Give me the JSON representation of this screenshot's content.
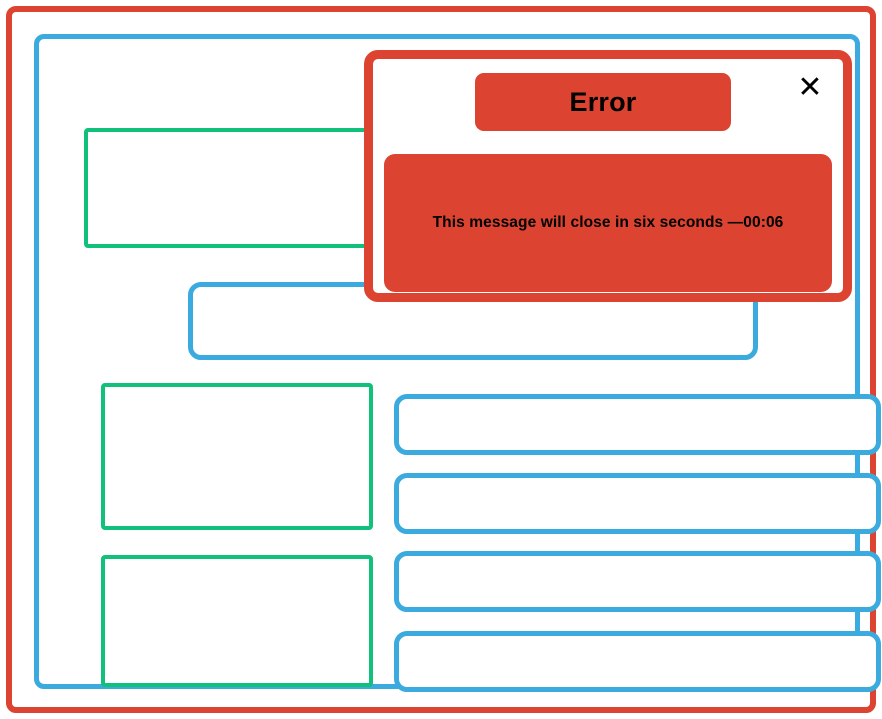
{
  "colors": {
    "frame_red": "#DC4330",
    "panel_blue": "#3BAADE",
    "field_green": "#10C07B",
    "dialog_red": "#DC4330",
    "text_black": "#000000",
    "background_white": "#FFFFFF"
  },
  "app": {
    "frame_label": "application-frame",
    "panel_label": "content-panel"
  },
  "form": {
    "fields": [
      {
        "id": "field-1",
        "kind": "green",
        "value": "",
        "placeholder": ""
      },
      {
        "id": "field-2",
        "kind": "blue",
        "value": "",
        "placeholder": ""
      },
      {
        "id": "field-3",
        "kind": "green",
        "value": "",
        "placeholder": ""
      },
      {
        "id": "field-4",
        "kind": "blue",
        "value": "",
        "placeholder": ""
      },
      {
        "id": "field-5",
        "kind": "blue",
        "value": "",
        "placeholder": ""
      },
      {
        "id": "field-6",
        "kind": "green",
        "value": "",
        "placeholder": ""
      },
      {
        "id": "field-7",
        "kind": "blue",
        "value": "",
        "placeholder": ""
      },
      {
        "id": "field-8",
        "kind": "blue",
        "value": "",
        "placeholder": ""
      }
    ]
  },
  "dialog": {
    "title": "Error",
    "message": "This message will close in six seconds —00:06",
    "countdown": "00:06",
    "countdown_seconds": 6,
    "close_icon": "✕",
    "close_icon_name": "close-icon"
  }
}
